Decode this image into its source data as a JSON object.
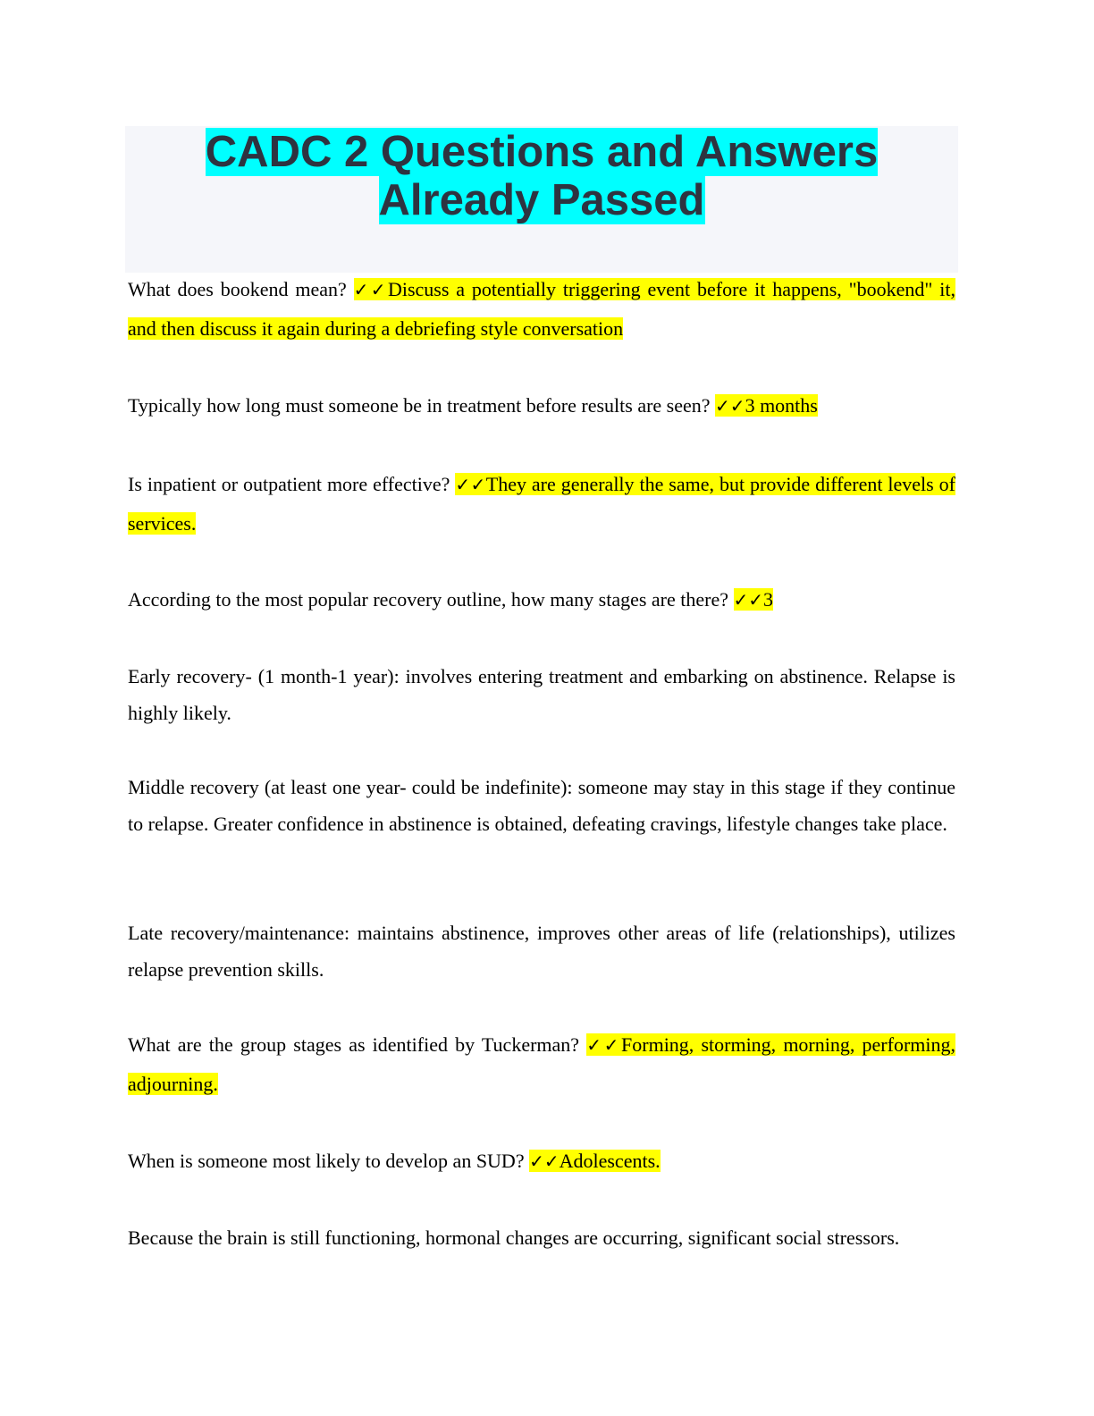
{
  "title": "CADC 2 Questions and Answers Already Passed",
  "check_mark": "✓✓",
  "items": [
    {
      "type": "qa",
      "question": "What does bookend mean? ",
      "answer": "Discuss a potentially triggering event before it happens, \"bookend\" it, and then discuss it again during a debriefing style conversation"
    },
    {
      "type": "qa",
      "question": "Typically how long must someone be in treatment before results are seen? ",
      "answer": "3 months"
    },
    {
      "type": "qa",
      "question": "Is inpatient or outpatient more effective? ",
      "answer": "They are generally the same, but provide different levels of services."
    },
    {
      "type": "qa",
      "question": "According to the most popular recovery outline, how many stages are there? ",
      "answer": "3"
    },
    {
      "type": "text",
      "text": "Early recovery- (1 month-1 year): involves entering treatment and embarking on abstinence. Relapse is highly likely."
    },
    {
      "type": "text",
      "text": "Middle recovery (at least one year- could be indefinite): someone may stay in this stage if they continue to relapse. Greater confidence in abstinence is obtained, defeating cravings, lifestyle changes take place."
    },
    {
      "type": "text",
      "text": "Late recovery/maintenance: maintains abstinence, improves other areas of life (relationships), utilizes relapse prevention skills."
    },
    {
      "type": "qa",
      "question": "What are the group stages as identified by Tuckerman? ",
      "answer": "Forming, storming, morning, performing, adjourning."
    },
    {
      "type": "qa",
      "question": "When is someone most likely to develop an SUD? ",
      "answer": "Adolescents."
    },
    {
      "type": "text",
      "text": "Because the brain is still functioning, hormonal changes are occurring, significant social stressors."
    }
  ]
}
